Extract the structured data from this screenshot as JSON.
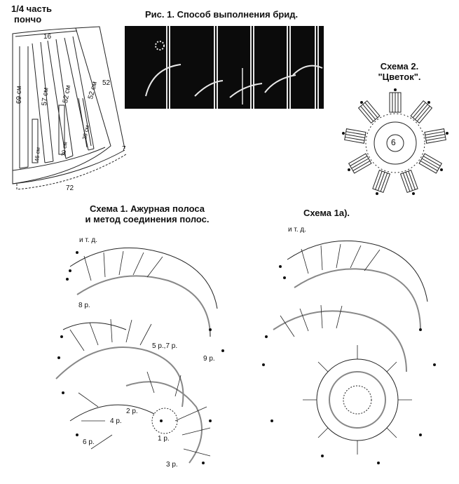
{
  "poncho": {
    "title": "1/4 часть",
    "title_line2": "пончо",
    "labels": [
      "16",
      "52",
      "7",
      "72",
      "69 см",
      "57 см",
      "52 см",
      "52 см",
      "46 см",
      "30 см",
      "28 см"
    ]
  },
  "fig1": {
    "title": "Рис. 1. Способ выполнения брид."
  },
  "scheme2": {
    "title": "Схема 2.",
    "subtitle": "\"Цветок\".",
    "center_number": "6"
  },
  "scheme1": {
    "title": "Схема 1. Ажурная полоса",
    "subtitle": "и метод соединения полос.",
    "labels": [
      "и т. д.",
      "8 р.",
      "5 р.,7 р.",
      "9 р.",
      "2 р.",
      "4 р.",
      "6 р.",
      "1 р.",
      "3 р."
    ]
  },
  "scheme1a": {
    "title": "Схема 1а).",
    "labels": [
      "и т. д."
    ]
  }
}
